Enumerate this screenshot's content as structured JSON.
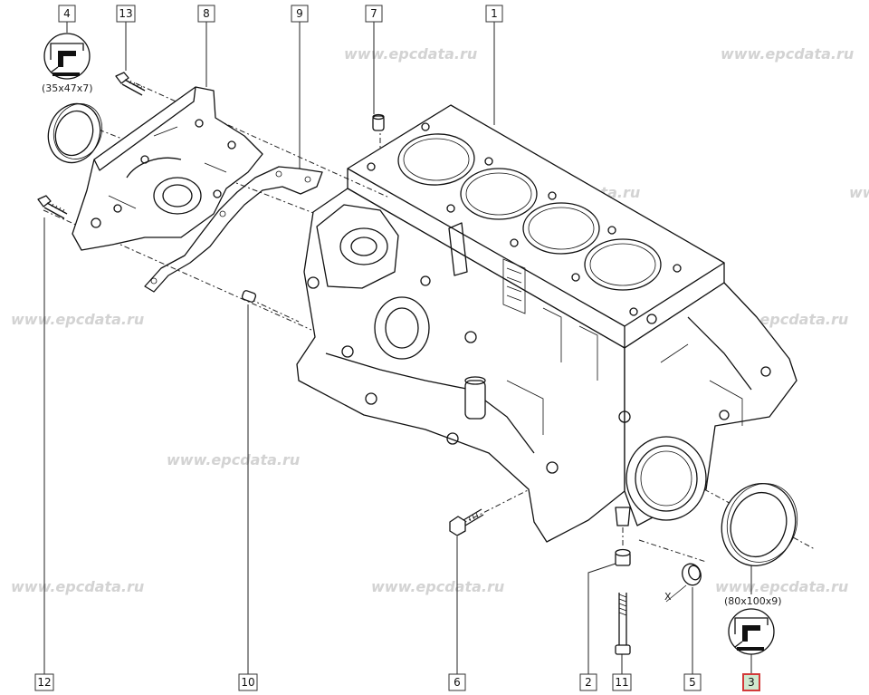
{
  "watermark": "www.epcdata.ru",
  "callouts": [
    {
      "num": "4"
    },
    {
      "num": "13"
    },
    {
      "num": "8"
    },
    {
      "num": "9"
    },
    {
      "num": "7"
    },
    {
      "num": "1"
    },
    {
      "num": "12"
    },
    {
      "num": "10"
    },
    {
      "num": "6"
    },
    {
      "num": "2"
    },
    {
      "num": "11"
    },
    {
      "num": "5"
    },
    {
      "num": "3",
      "highlighted": true
    }
  ],
  "dimensions": {
    "seal_left": "(35x47x7)",
    "seal_right": "(80x100x9)",
    "detail_mark": "X"
  },
  "colors": {
    "highlight_fill": "#cfe8cf",
    "highlight_border": "#d23a3a",
    "watermark": "#d3d3d3"
  }
}
